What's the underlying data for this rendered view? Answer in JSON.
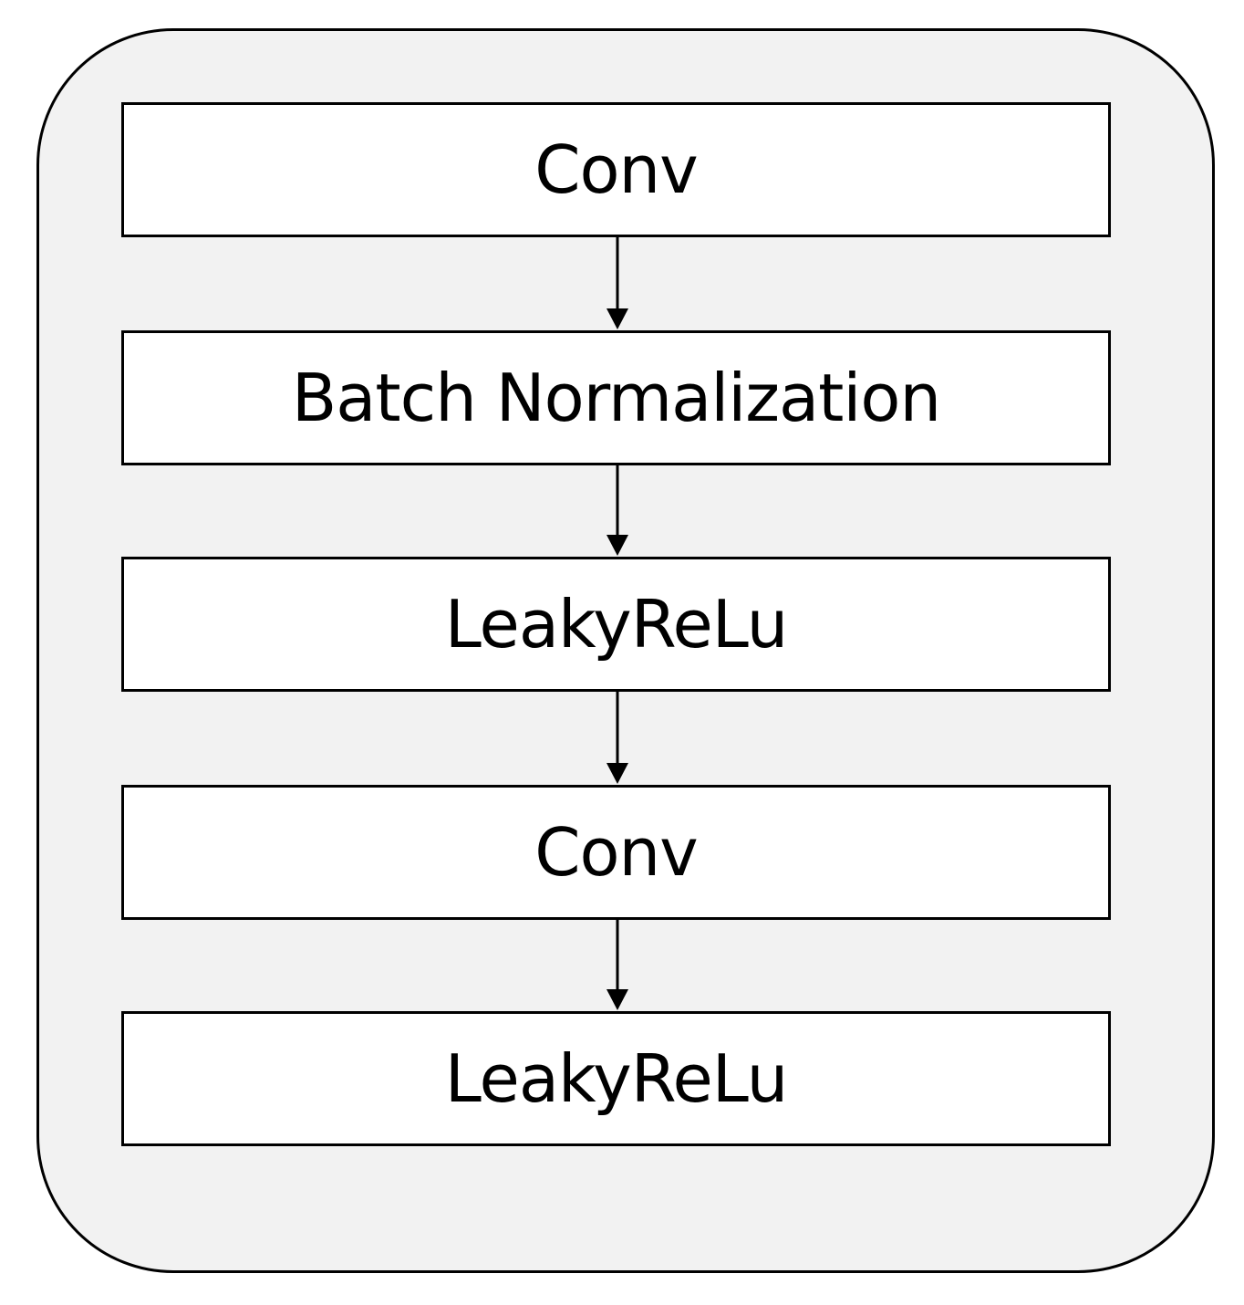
{
  "diagram": {
    "blocks": [
      {
        "label": "Conv"
      },
      {
        "label": "Batch Normalization"
      },
      {
        "label": "LeakyReLu"
      },
      {
        "label": "Conv"
      },
      {
        "label": "LeakyReLu"
      }
    ],
    "colors": {
      "panel_fill": "#f2f2f2",
      "block_fill": "#ffffff",
      "stroke": "#000000"
    }
  }
}
